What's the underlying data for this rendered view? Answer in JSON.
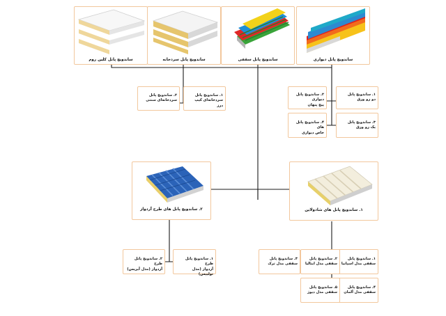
{
  "top_products": [
    {
      "id": "wall",
      "label": "ساندویچ پانل دیواری"
    },
    {
      "id": "roof",
      "label": "ساندویچ پانل سقفی"
    },
    {
      "id": "cold",
      "label": "ساندویچ پانل سردخانه"
    },
    {
      "id": "clean",
      "label": "ساندویچ پانل کلین روم"
    }
  ],
  "wall_items": [
    "۱. ساندویچ پانل\nدو رو ورق",
    "۲. ساندویچ پانل دیواری\nپیچ پنهان",
    "۳. ساندویچ پانل\nیک رو ورق",
    "۴. ساندویچ پانل های\nخاص دیواری"
  ],
  "cold_items": [
    "۱. ساندویچ پانل\nسردخانه‌ای کیپ درز",
    "۲. ساندویچ پانل\nسردخانه‌ای سنتی"
  ],
  "mid_products": [
    {
      "id": "roof-sheet",
      "label": "۱. ساندویچ پانل های شادولاین"
    },
    {
      "id": "roof-tile",
      "label": "۲. ساندویچ پانل های طرح آردواز"
    }
  ],
  "roof_sheet_items": [
    "۱. ساندویچ پانل\nسقفی مدل اسپانیا",
    "۲. ساندویچ پانل\nسقفی مدل ایتالیا",
    "۳. ساندویچ پانل\nسقفی مدل ترک",
    "۴. ساندویچ پانل\nسقفی مدل آلمان",
    "۵. ساندویچ پانل\nسقفی مدل دیوژ"
  ],
  "roof_tile_items": [
    "۱. ساندویچ پانل طرح\nآردواز (مدل تولیپس)",
    "۲. ساندویچ پانل طرح\nآردواز (مدل آیریس)"
  ],
  "colors": {
    "border": "#f2c79c",
    "line": "#1a1a1a",
    "tile_blue": "#2b63b8"
  }
}
